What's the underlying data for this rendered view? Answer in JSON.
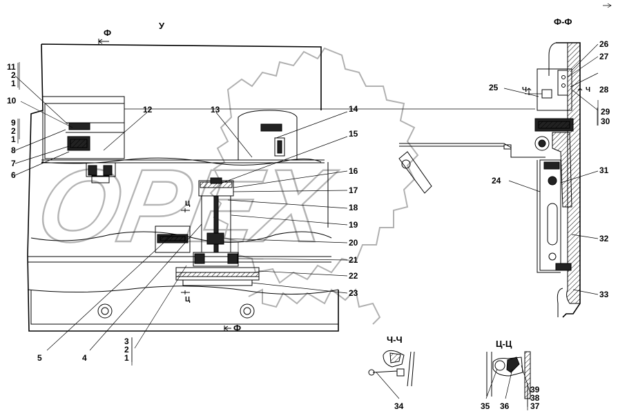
{
  "view_labels": {
    "view_u": "У",
    "section_f_arrow": "Ф",
    "section_f_arrow_bottom": "Ф",
    "section_ff": "Ф-Ф",
    "section_ch_arrow_left": "Ч",
    "section_ch_arrow_right": "Ч",
    "section_c_arrow_top": "Ц",
    "section_c_arrow_bottom": "Ц",
    "section_chch": "Ч-Ч",
    "section_cc": "Ц-Ц"
  },
  "watermark": {
    "text": "OPEX"
  },
  "callouts": {
    "c1_top": "1",
    "c2_top": "2",
    "c11": "11",
    "c10": "10",
    "c9": "9",
    "c2_mid": "2",
    "c1_mid": "1",
    "c8": "8",
    "c7": "7",
    "c6": "6",
    "c12": "12",
    "c13": "13",
    "c14": "14",
    "c15": "15",
    "c16": "16",
    "c17": "17",
    "c18": "18",
    "c19": "19",
    "c20": "20",
    "c21": "21",
    "c22": "22",
    "c23": "23",
    "c5": "5",
    "c4": "4",
    "c3": "3",
    "c2_bot": "2",
    "c1_bot": "1",
    "c25": "25",
    "c26": "26",
    "c27": "27",
    "c28": "28",
    "c29": "29",
    "c30": "30",
    "c24": "24",
    "c31": "31",
    "c32": "32",
    "c33": "33",
    "c34": "34",
    "c35": "35",
    "c36": "36",
    "c37": "37",
    "c38": "38",
    "c39": "39"
  }
}
